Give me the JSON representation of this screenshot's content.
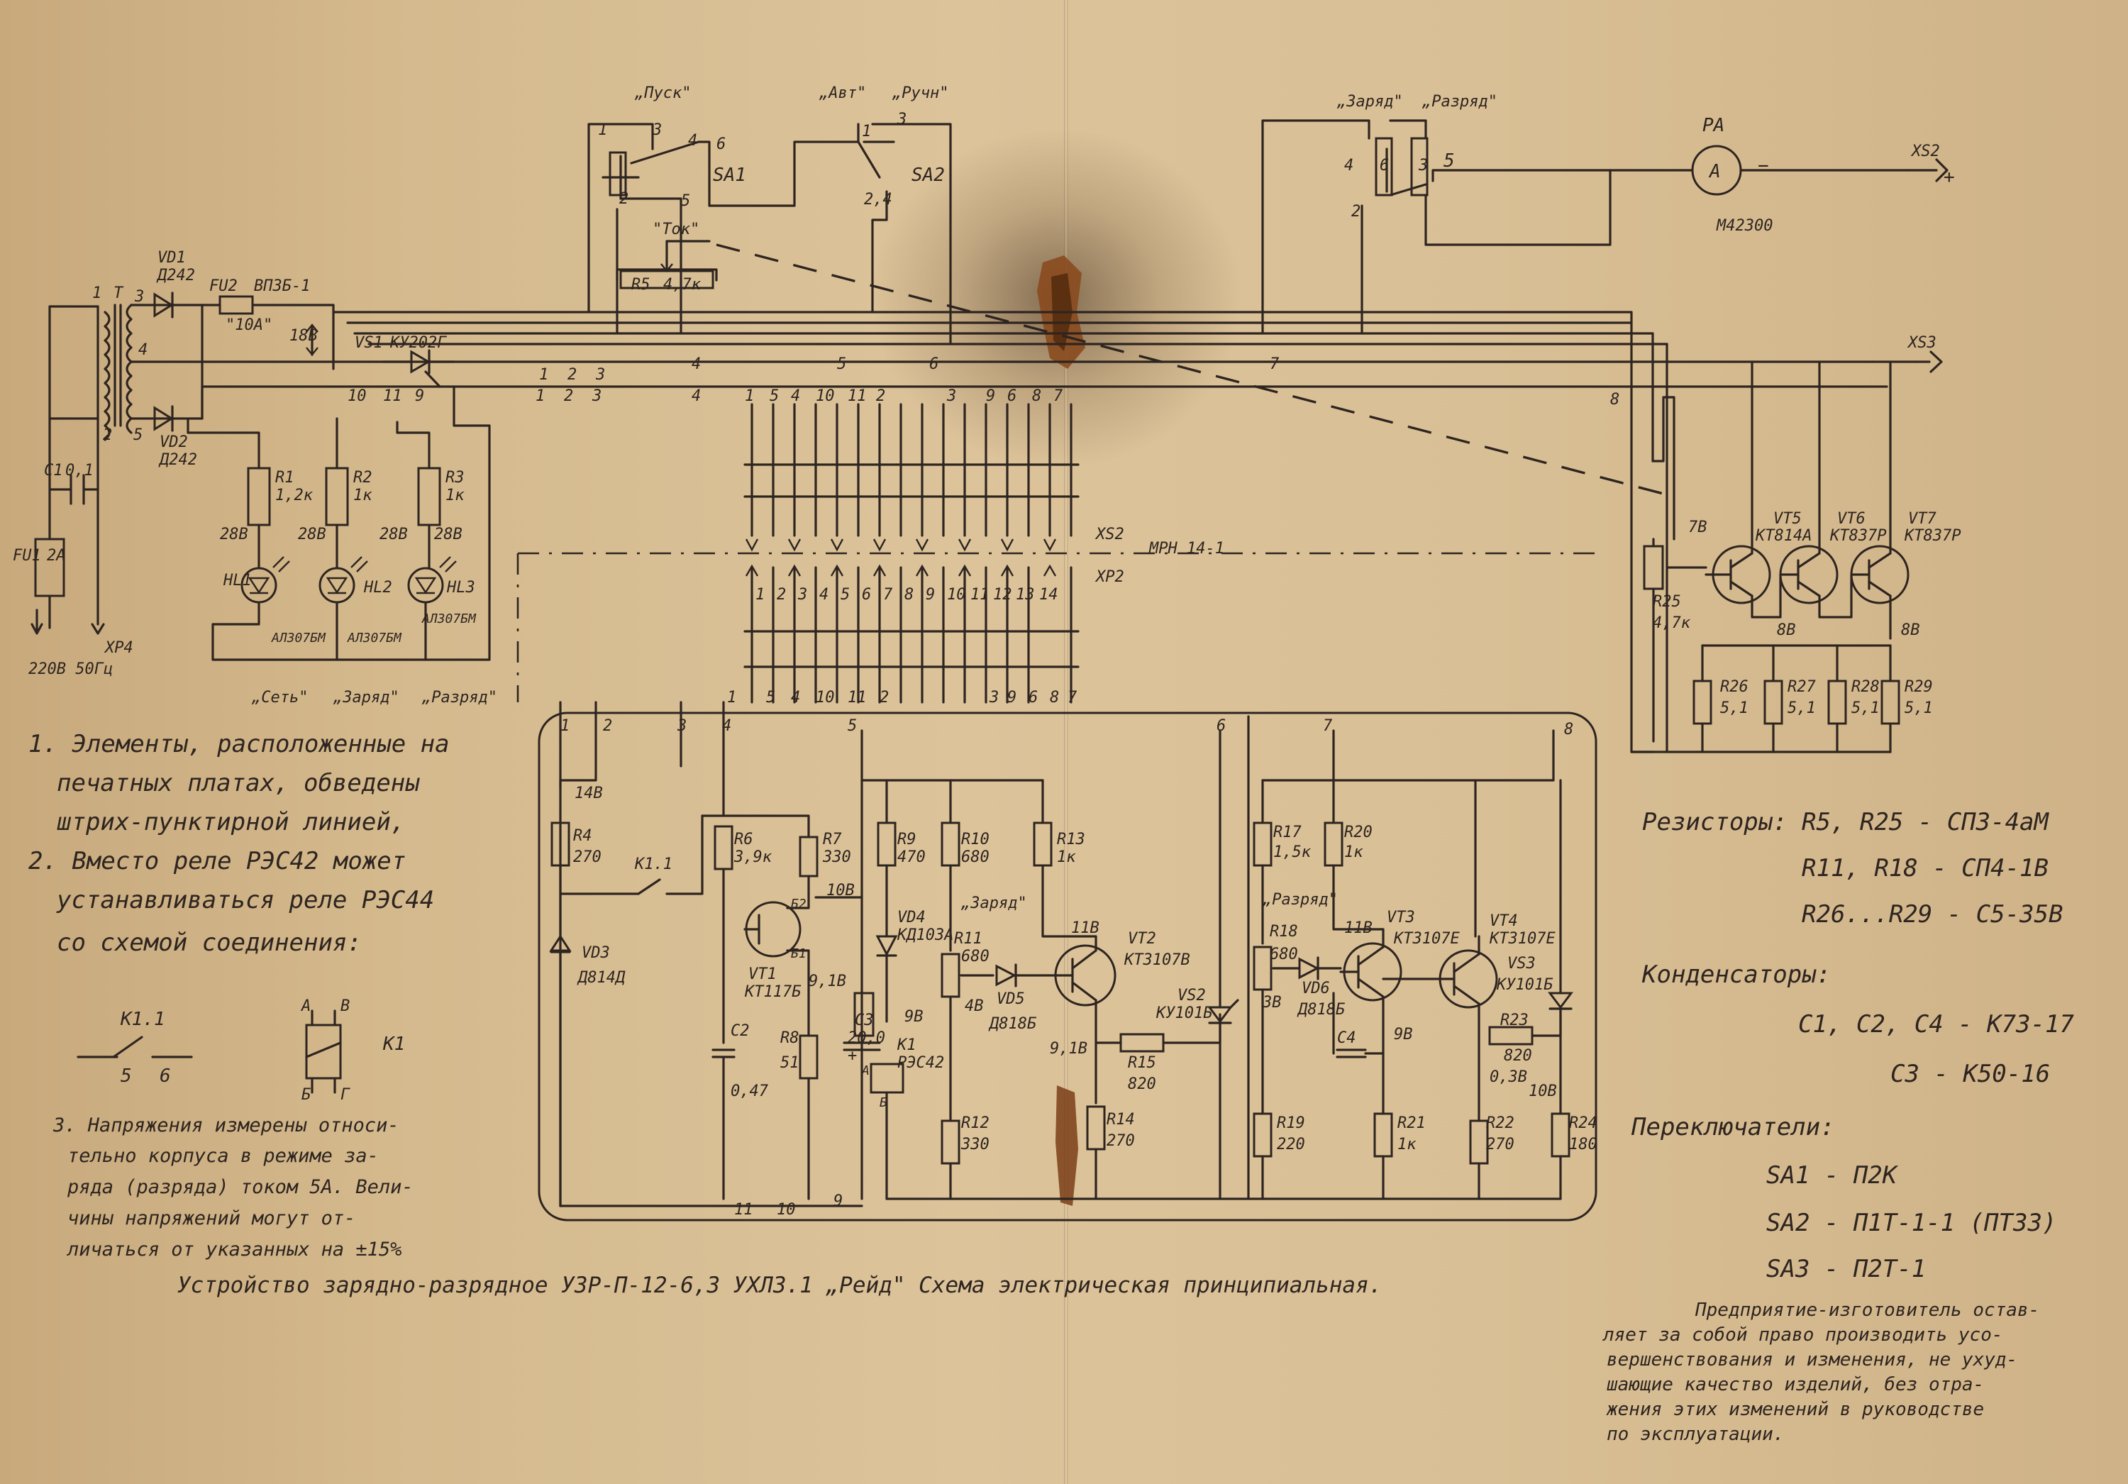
{
  "components": {
    "transformer": {
      "ref": "T",
      "pins": [
        "1",
        "2",
        "3",
        "4",
        "5"
      ]
    },
    "vd1": {
      "ref": "VD1",
      "part": "Д242"
    },
    "vd2": {
      "ref": "VD2",
      "part": "Д242"
    },
    "fu2": {
      "ref": "FU2",
      "part": "ВП3Б-1",
      "rating": "\"10А\""
    },
    "fu1": {
      "ref": "FU1",
      "rating": "2A"
    },
    "c1": {
      "ref": "C1",
      "value": "0,1"
    },
    "xp4": {
      "ref": "XP4",
      "supply": "220В 50Гц"
    },
    "vs1": {
      "ref": "VS1",
      "part": "КУ202Г",
      "pins": [
        "10",
        "11",
        "9"
      ]
    },
    "r1": {
      "ref": "R1",
      "value": "1,2к"
    },
    "r2": {
      "ref": "R2",
      "value": "1к"
    },
    "r3": {
      "ref": "R3",
      "value": "1к"
    },
    "hl1": {
      "ref": "HL1",
      "part": "АЛ307БМ"
    },
    "hl2": {
      "ref": "HL2",
      "part": "АЛ307БМ"
    },
    "hl3": {
      "ref": "HL3",
      "part": "АЛ307БМ"
    },
    "sa1": {
      "ref": "SA1",
      "pins": [
        "1",
        "3",
        "4",
        "6",
        "2",
        "5"
      ]
    },
    "sa2": {
      "ref": "SA2",
      "pins": [
        "1",
        "3",
        "2,4"
      ]
    },
    "sa3_pins": [
      "4",
      "6",
      "3",
      "5",
      "2"
    ],
    "r5": {
      "ref": "R5",
      "value": "4,7к",
      "label": "\"Ток\""
    },
    "pa": {
      "ref": "PA",
      "glyph": "А",
      "part": "М42300"
    },
    "xs2_out": "XS2",
    "xs3": "XS3",
    "xs2": "XS2",
    "xp2": "XP2",
    "connector_part": "МРН 14-1",
    "vt5": {
      "ref": "VT5",
      "part": "КТ814А"
    },
    "vt6": {
      "ref": "VT6",
      "part": "КТ837Р"
    },
    "vt7": {
      "ref": "VT7",
      "part": "КТ837Р"
    },
    "r25": {
      "ref": "R25",
      "value": "4,7к"
    },
    "r26": {
      "ref": "R26",
      "value": "5,1"
    },
    "r27": {
      "ref": "R27",
      "value": "5,1"
    },
    "r28": {
      "ref": "R28",
      "value": "5,1"
    },
    "r29": {
      "ref": "R29",
      "value": "5,1"
    },
    "r4": {
      "ref": "R4",
      "value": "270"
    },
    "k11": "K1.1",
    "r6": {
      "ref": "R6",
      "value": "3,9к"
    },
    "r7": {
      "ref": "R7",
      "value": "330"
    },
    "r9": {
      "ref": "R9",
      "value": "470"
    },
    "r10": {
      "ref": "R10",
      "value": "680"
    },
    "r13": {
      "ref": "R13",
      "value": "1к"
    },
    "vt1": {
      "ref": "VT1",
      "part": "КТ117Б",
      "b2": "Б2",
      "b1": "Б1"
    },
    "vd3": {
      "ref": "VD3",
      "part": "Д814Д"
    },
    "vd4": {
      "ref": "VD4",
      "part": "КД103А"
    },
    "r11": {
      "ref": "R11",
      "value": "680"
    },
    "vd5": {
      "ref": "VD5",
      "part": "Д818Б"
    },
    "vt2": {
      "ref": "VT2",
      "part": "КТ3107В"
    },
    "vs2": {
      "ref": "VS2",
      "part": "КУ101Б"
    },
    "r15": {
      "ref": "R15",
      "value": "820"
    },
    "c2": {
      "ref": "C2",
      "value": "0,47"
    },
    "r8": {
      "ref": "R8",
      "value": "51"
    },
    "c3": {
      "ref": "C3",
      "value": "20,0"
    },
    "k1": {
      "ref": "K1",
      "part": "РЭС42",
      "a": "А",
      "b": "Б"
    },
    "r12": {
      "ref": "R12",
      "value": "330"
    },
    "r14": {
      "ref": "R14",
      "value": "270"
    },
    "r17": {
      "ref": "R17",
      "value": "1,5к"
    },
    "r20": {
      "ref": "R20",
      "value": "1к"
    },
    "r18": {
      "ref": "R18",
      "value": "680"
    },
    "vd6": {
      "ref": "VD6",
      "part": "Д818Б"
    },
    "vt3": {
      "ref": "VT3",
      "part": "КТ3107Е"
    },
    "vt4": {
      "ref": "VT4",
      "part": "КТ3107Е"
    },
    "vs3": {
      "ref": "VS3",
      "part": "КУ101Б"
    },
    "r23": {
      "ref": "R23",
      "value": "820"
    },
    "c4": {
      "ref": "C4"
    },
    "r19": {
      "ref": "R19",
      "value": "220"
    },
    "r21": {
      "ref": "R21",
      "value": "1к"
    },
    "r22": {
      "ref": "R22",
      "value": "270"
    },
    "r24": {
      "ref": "R24",
      "value": "180"
    }
  },
  "labels": {
    "pusk": "„Пуск\"",
    "avt": "„Авт\"",
    "ruchn": "„Ручн\"",
    "zaryad_top": "„Заряд\"",
    "razryad_top": "„Разряд\"",
    "set": "„Сеть\"",
    "zaryad_led": "„Заряд\"",
    "razryad_led": "„Разряд\"",
    "zaryad_board": "„Заряд\"",
    "razryad_board": "„Разряд\"",
    "v18": "18В",
    "v28a": "28В",
    "v28b": "28В",
    "v28c": "28В",
    "v28d": "28В",
    "v7": "7В",
    "v8a": "8В",
    "v8b": "8В",
    "v14": "14В",
    "v10a": "10В",
    "v9_1a": "9,1В",
    "v9a": "9В",
    "v4": "4В",
    "v9_1b": "9,1В",
    "v11a": "11В",
    "v3": "3В",
    "v11b": "11В",
    "v9b": "9В",
    "v0_3": "0,3В",
    "v10b": "10В"
  },
  "pin_rows": {
    "top_bus": [
      "1",
      "2",
      "3",
      "4",
      "1",
      "5",
      "4",
      "10",
      "11",
      "2",
      "3",
      "9",
      "6",
      "8",
      "7"
    ],
    "xp2_pins": [
      "1",
      "2",
      "3",
      "4",
      "5",
      "6",
      "7",
      "8",
      "9",
      "10",
      "11",
      "12",
      "13",
      "14"
    ],
    "board_top": [
      "1",
      "5",
      "4",
      "10",
      "11",
      "2",
      "3",
      "9",
      "6",
      "8",
      "7"
    ],
    "board_internal": [
      "1",
      "2",
      "3",
      "4",
      "5",
      "6",
      "7",
      "8"
    ],
    "board_bottom": [
      "11",
      "10",
      "9"
    ],
    "switch_bus": [
      "1",
      "2",
      "3",
      "4",
      "5",
      "6",
      "7",
      "8"
    ]
  },
  "notes": [
    "1. Элементы, расположенные на",
    "печатных платах, обведены",
    "штрих-пунктирной линией,",
    "2. Вместо реле РЭС42 может",
    "устанавливаться реле РЭС44",
    "со схемой соединения:"
  ],
  "relay_alt": {
    "contact": "K1.1",
    "pins": [
      "5",
      "6"
    ],
    "coil_ref": "K1",
    "coil_pins": [
      "А",
      "В",
      "Б",
      "Г"
    ]
  },
  "note3": [
    "3. Напряжения измерены относи-",
    "тельно корпуса в режиме за-",
    "ряда (разряда) током 5А. Вели-",
    "чины напряжений могут от-",
    "личаться от указанных на ±15%"
  ],
  "title": "Устройство зарядно-разрядное УЗР-П-12-6,3 УХЛ3.1 „Рейд\" Схема электрическая принципиальная.",
  "specs": {
    "resistors_label": "Резисторы:",
    "resistors": [
      "R5, R25 - СП3-4аМ",
      "R11, R18 - СП4-1В",
      "R26...R29 - С5-35В"
    ],
    "capacitors_label": "Конденсаторы:",
    "capacitors": [
      "C1, C2, C4 - К73-17",
      "C3 - К50-16"
    ],
    "switches_label": "Переключатели:",
    "switches": [
      "SA1 - П2К",
      "SA2 - П1Т-1-1 (ПТ33)",
      "SA3 - П2Т-1"
    ]
  },
  "disclaimer": [
    "Предприятие-изготовитель остав-",
    "ляет за собой право производить усо-",
    "вершенствования и изменения, не ухуд-",
    "шающие качество изделий, без отра-",
    "жения этих изменений в руководстве",
    "по эксплуатации."
  ],
  "symbols": {
    "plus": "+",
    "minus": "−"
  }
}
